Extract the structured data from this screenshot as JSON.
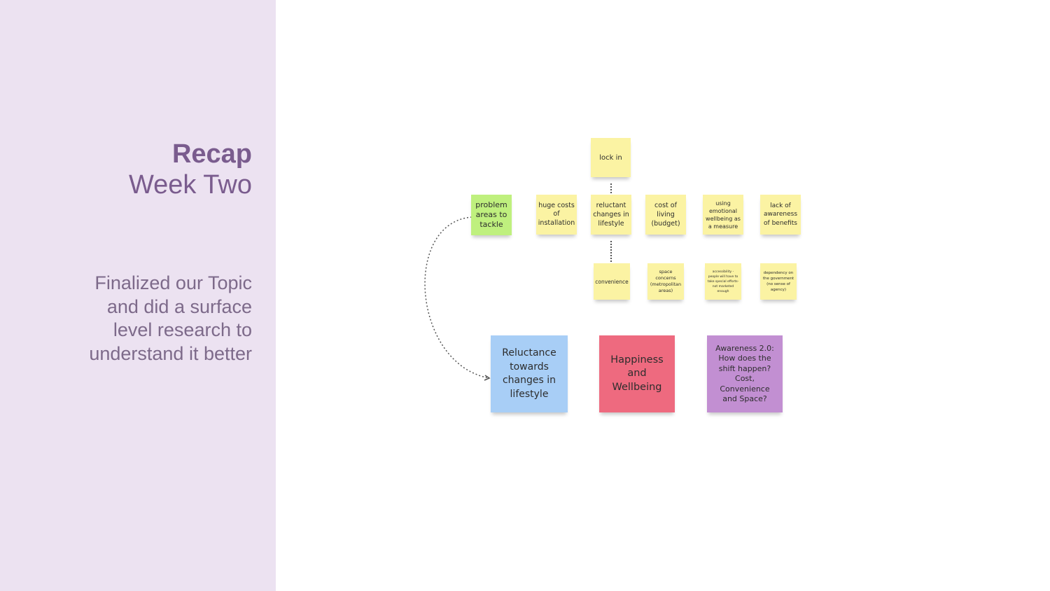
{
  "sidebar": {
    "title_bold": "Recap",
    "title_light": "Week Two",
    "summary": "Finalized our Topic and did a surface level research to understand it better"
  },
  "board": {
    "lock_in": "lock in",
    "problem_areas": "problem areas to tackle",
    "row_top": [
      "huge costs of installation",
      "reluctant changes in lifestyle",
      "cost of living (budget)",
      "using emotional wellbeing as a measure",
      "lack of awareness of benefits"
    ],
    "row_bottom": [
      "convenience",
      "space concerns (metropolitan areas)",
      "accessibility - people will have to take special efforts- not marketed enough",
      "dependency on the government (no sense of agency)"
    ],
    "themes": [
      "Reluctance towards changes in lifestyle",
      "Happiness and Wellbeing",
      "Awareness 2.0: How does the shift happen? Cost, Convenience and Space?"
    ]
  },
  "colors": {
    "sidebar_bg": "#ece2f1",
    "heading": "#7a5c8e",
    "yellow_note": "#fbf3a3",
    "green_note": "#bff07e",
    "blue_note": "#a8cef6",
    "pink_note": "#ee6a7f",
    "purple_note": "#c28fd2"
  }
}
